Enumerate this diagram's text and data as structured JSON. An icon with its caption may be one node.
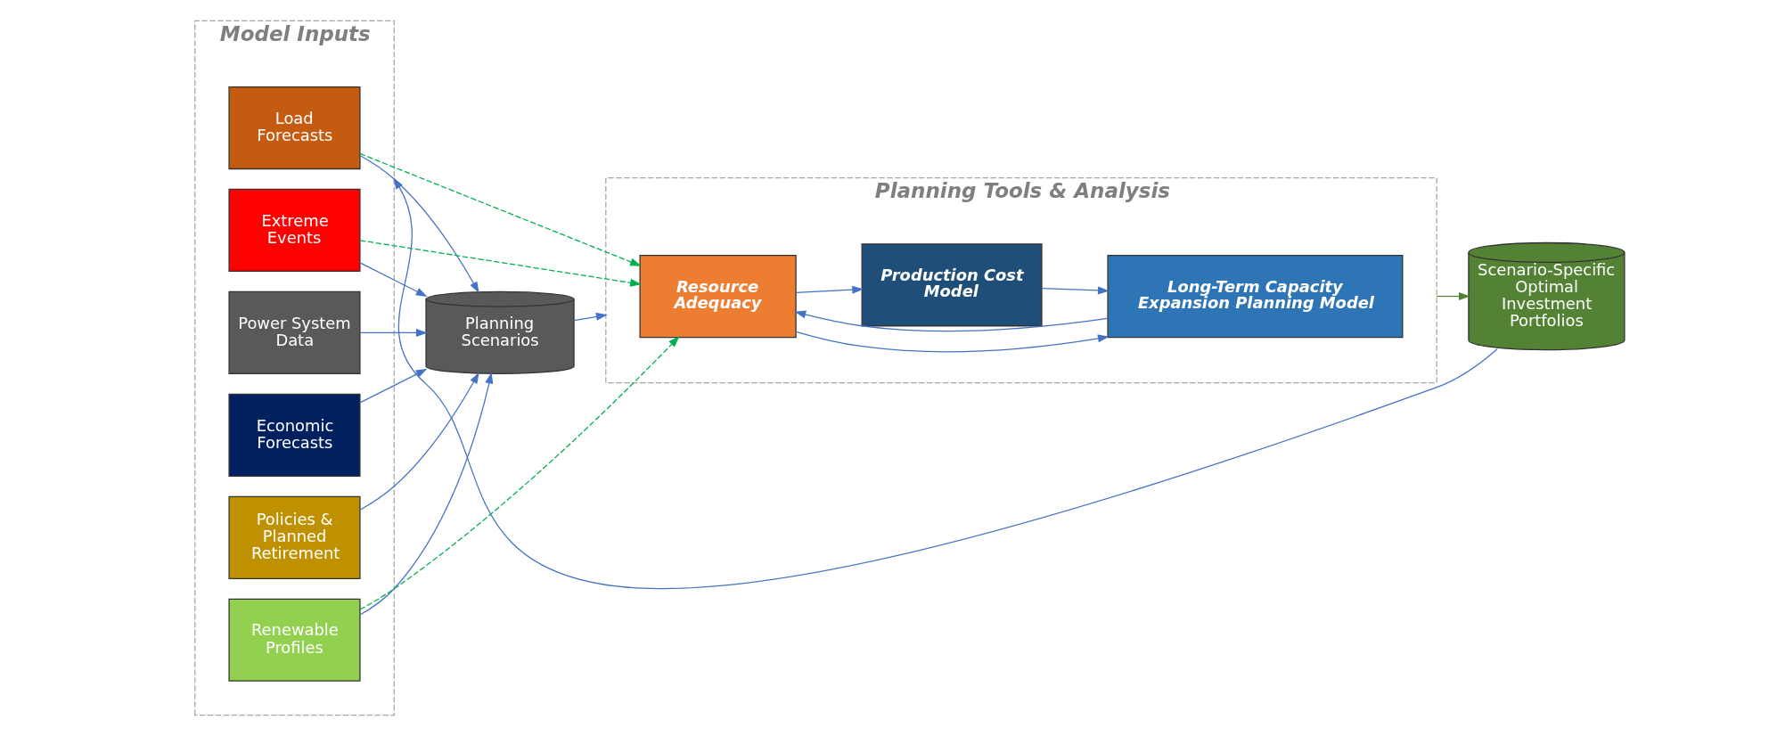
{
  "diagram": {
    "nodes": [
      {
        "text": [
          "Model Inputs"
        ]
      },
      {
        "text": [
          "Load Forecasts"
        ],
        "in": 0
      },
      {
        "text": [
          "Renewable Profiles"
        ],
        "in": 0
      },
      {
        "text": [
          "Economic Forecasts"
        ],
        "in": 0
      },
      {
        "text": [
          "Power System Data"
        ],
        "in": 0
      },
      {
        "text": [
          "Policies & Planned Retirement"
        ],
        "in": 0
      },
      {
        "text": [
          "Extreme Events"
        ],
        "in": 0
      },
      {
        "text": [
          "Planning Scenarios"
        ]
      },
      {
        "text": [
          "Planning Tools & Analysis"
        ]
      },
      {
        "text": [
          "Resource Adequacy"
        ],
        "in": 8
      },
      {
        "text": [
          "Production Cost Model"
        ],
        "in": 8
      },
      {
        "text": [
          "Long-Term Capacity Expansion Planning Model"
        ],
        "in": 8
      },
      {
        "text": [
          "Scenario-Specific Optimal Investment Portfolios"
        ]
      }
    ],
    "edges": [
      {
        "from": 1,
        "to": 7,
        "arrow": "to"
      },
      {
        "from": 2,
        "to": 7,
        "arrow": "to"
      },
      {
        "from": 3,
        "to": 7,
        "arrow": "to"
      },
      {
        "from": 4,
        "to": 7,
        "arrow": "to"
      },
      {
        "from": 5,
        "to": 7,
        "arrow": "to"
      },
      {
        "from": 6,
        "to": 7,
        "arrow": "to"
      },
      {
        "from": 1,
        "to": 9,
        "arrow": "to",
        "style": "dashed",
        "color": "#00b050"
      },
      {
        "from": 2,
        "to": 9,
        "arrow": "to",
        "style": "dashed",
        "color": "#00b050"
      },
      {
        "from": 6,
        "to": 9,
        "arrow": "to",
        "style": "dashed",
        "color": "#00b050"
      },
      {
        "from": 7,
        "to": 8,
        "arrow": "to"
      },
      {
        "from": 9,
        "to": 10,
        "arrow": "to"
      },
      {
        "from": 9,
        "to": 11,
        "arrow": "to"
      },
      {
        "from": 11,
        "to": 9,
        "arrow": "to"
      },
      {
        "from": 10,
        "to": 11,
        "arrow": "to"
      },
      {
        "from": 8,
        "to": 12,
        "arrow": "to",
        "color": "#548235"
      },
      {
        "from": 12,
        "to": 0,
        "arrow": "to"
      }
    ]
  }
}
